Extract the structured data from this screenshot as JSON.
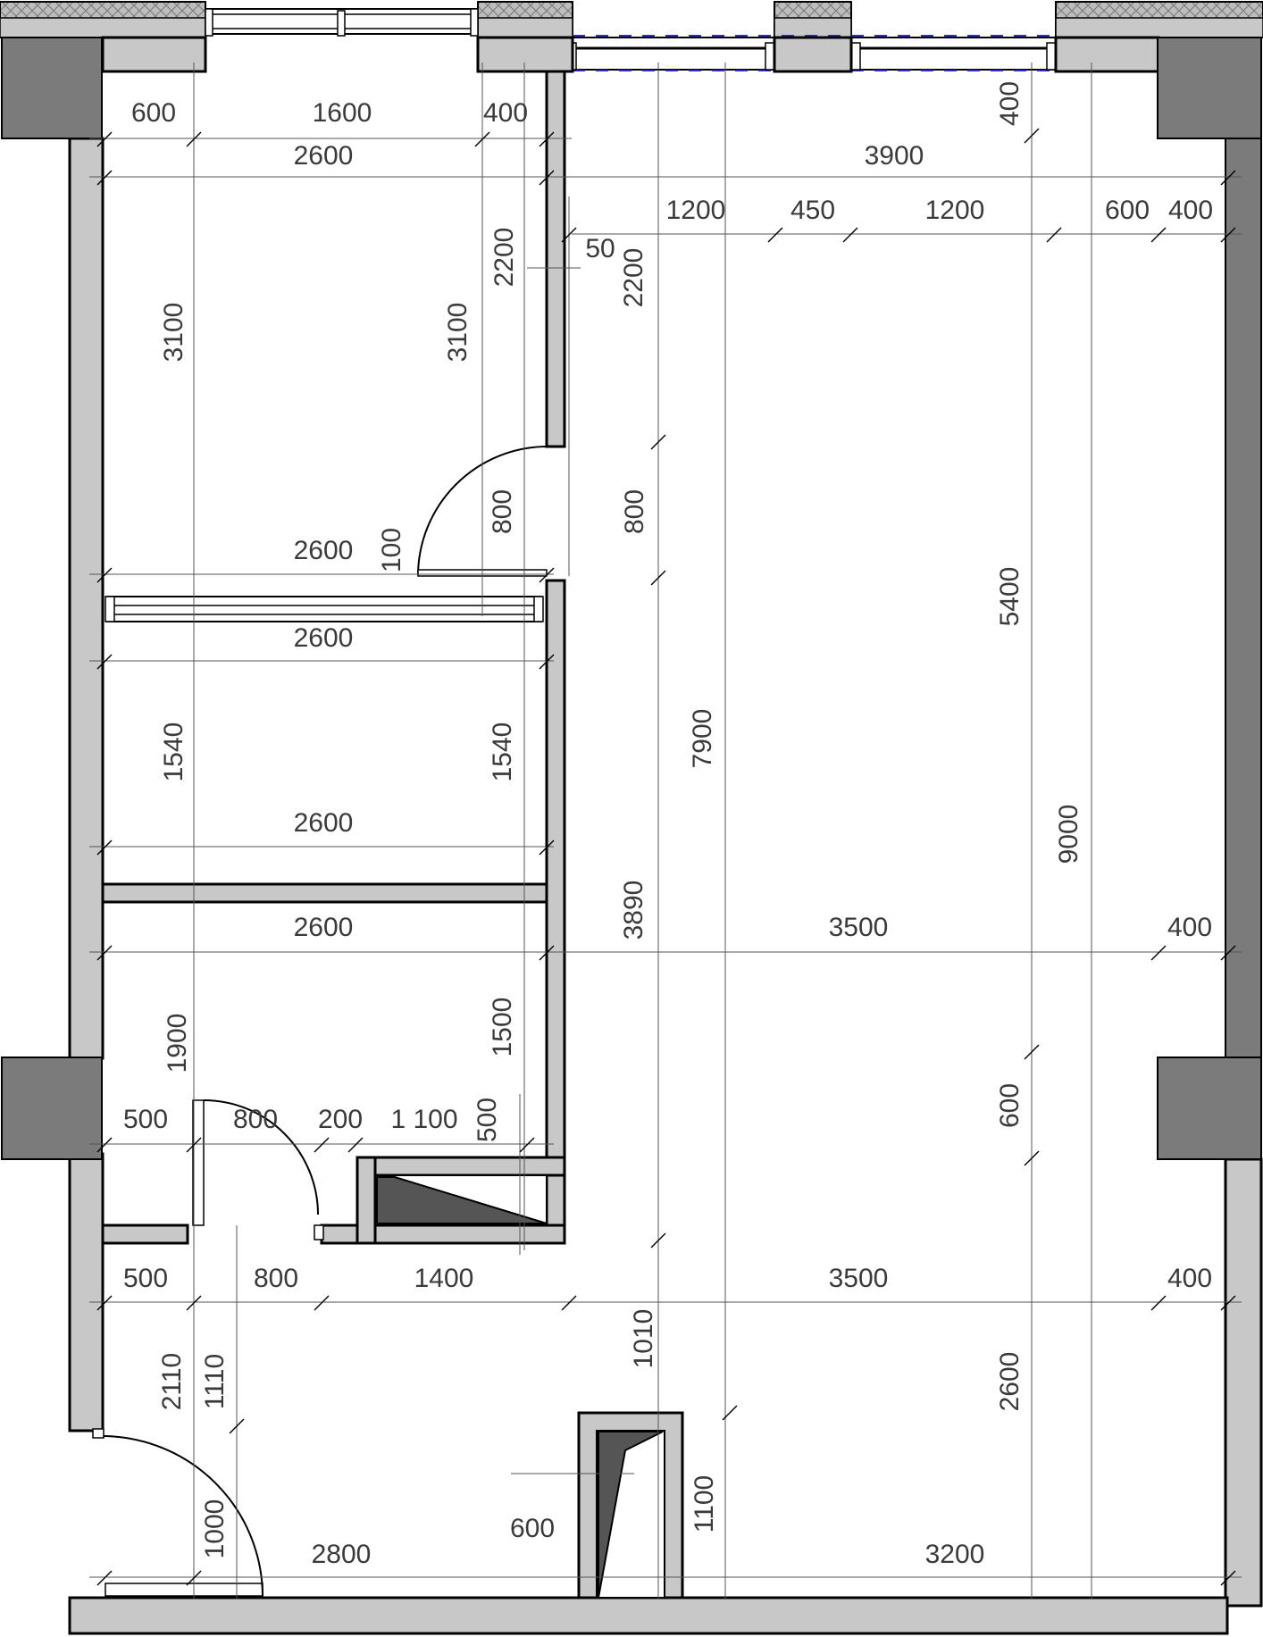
{
  "plan": {
    "colors": {
      "wall_fill": "#c8c8c8",
      "column_fill": "#7b7b7b",
      "shaft_fill": "#555555",
      "window_dash": "#2c2cc8"
    },
    "labels": {
      "top_600": "600",
      "top_1600": "1600",
      "top_400": "400",
      "top_2600": "2600",
      "top_3900": "3900",
      "top_400_v": "400",
      "row_1200_a": "1200",
      "row_450": "450",
      "row_1200_b": "1200",
      "row_600": "600",
      "row_400": "400",
      "v_2200_a": "2200",
      "v_50": "50",
      "v_2200_b": "2200",
      "v_3100_left": "3100",
      "v_3100_right": "3100",
      "v_800_a": "800",
      "v_800_b": "800",
      "v_100": "100",
      "h_2600_a": "2600",
      "h_2600_b": "2600",
      "v_5400": "5400",
      "v_1540_left": "1540",
      "v_1540_right": "1540",
      "v_7900": "7900",
      "h_2600_c": "2600",
      "v_9000": "9000",
      "h_2600_d": "2600",
      "v_3890": "3890",
      "h_3500_a": "3500",
      "h_400_a": "400",
      "v_1900": "1900",
      "v_1500": "1500",
      "h_500_a": "500",
      "h_800_a": "800",
      "h_200": "200",
      "h_1100": "1 100",
      "v_500": "500",
      "v_600": "600",
      "h_500_b": "500",
      "h_800_b": "800",
      "h_1400": "1400",
      "h_3500_b": "3500",
      "h_400_b": "400",
      "v_1010": "1010",
      "v_2110": "2110",
      "v_1110": "1110",
      "v_2600": "2600",
      "v_1100": "1100",
      "v_1000": "1000",
      "h_600": "600",
      "h_2800": "2800",
      "h_3200": "3200"
    }
  }
}
